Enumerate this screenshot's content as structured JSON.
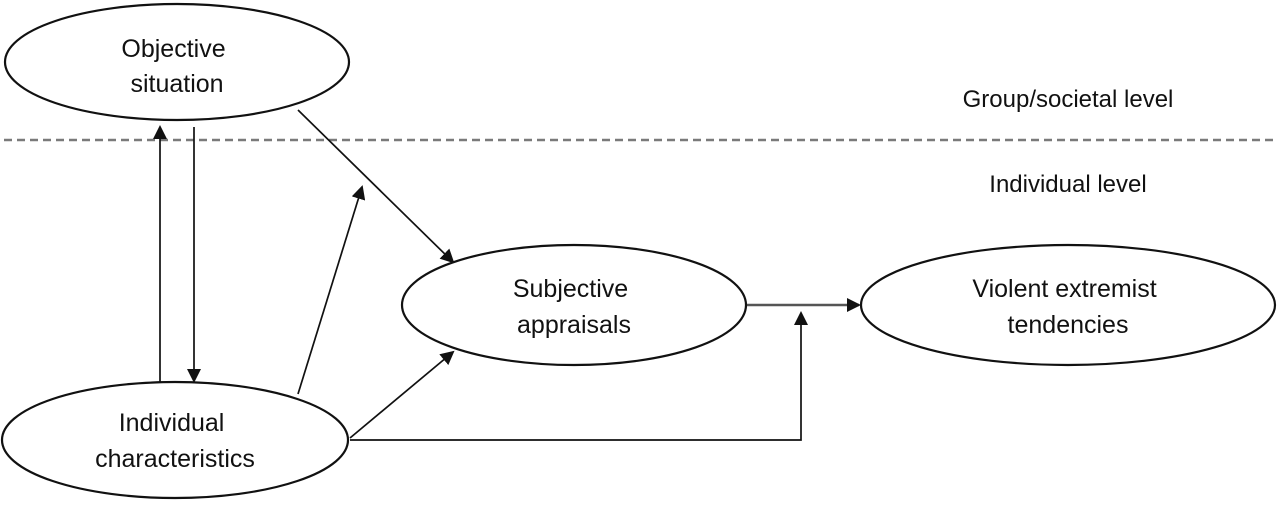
{
  "levels": {
    "group": "Group/societal level",
    "individual": "Individual level"
  },
  "nodes": {
    "objective_situation": {
      "line1": "Objective",
      "line2": "situation"
    },
    "individual_characteristics": {
      "line1": "Individual",
      "line2": "characteristics"
    },
    "subjective_appraisals": {
      "line1": "Subjective",
      "line2": "appraisals"
    },
    "violent_extremist_tendencies": {
      "line1": "Violent extremist",
      "line2": "tendencies"
    }
  },
  "colors": {
    "line": "#111111",
    "divider": "#7a7a7a",
    "background": "#ffffff"
  }
}
